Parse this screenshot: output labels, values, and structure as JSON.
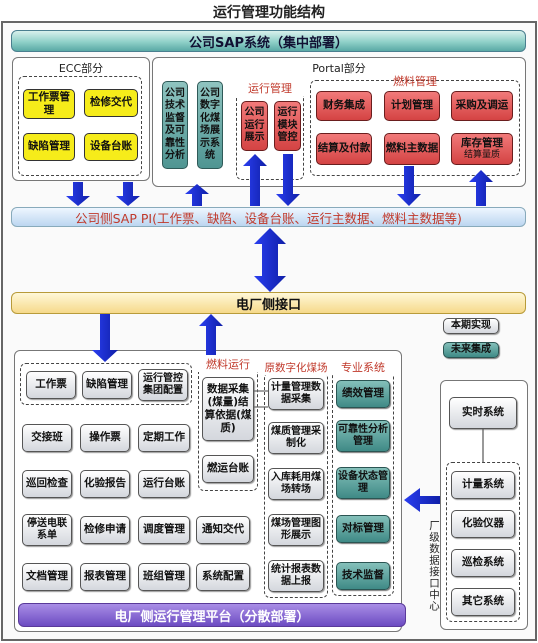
{
  "title": "运行管理功能结构",
  "bands": {
    "sap": "公司SAP系统（集中部署）",
    "pi": "公司侧SAP PI(工作票、缺陷、设备台账、运行主数据、燃料主数据等)",
    "plant": "电厂侧接口",
    "platform": "电厂侧运行管理平台（分散部署）"
  },
  "ecc": {
    "title": "ECC部分",
    "items": [
      "工作票管理",
      "检修交代",
      "缺陷管理",
      "设备台账"
    ]
  },
  "portal": {
    "title": "Portal部分",
    "teal_items": [
      "公司技术监督及可靠性分析",
      "公司数字化煤场展示系统"
    ],
    "ops_title": "运行管理",
    "ops_items": [
      "公司运行展示",
      "运行模块管控"
    ],
    "fuel_title": "燃料管理",
    "fuel_items": [
      "财务集成",
      "计划管理",
      "采购及调运",
      "结算及付款",
      "燃料主数据",
      "库存管理",
      "结算量质"
    ]
  },
  "legend": {
    "current": "本期实现",
    "future": "未来集成"
  },
  "plant_ops": {
    "top_items": [
      "工作票",
      "缺陷管理",
      "运行管控集团配置"
    ],
    "grid": [
      "交接班",
      "操作票",
      "定期工作",
      "巡回检查",
      "化验报告",
      "运行台账",
      "停送电联系单",
      "检修申请",
      "调度管理",
      "通知交代",
      "文档管理",
      "报表管理",
      "班组管理",
      "系统配置"
    ]
  },
  "fuel_ops": {
    "title": "燃料运行",
    "items": [
      "数据采集(煤量)结算依据(煤质)",
      "燃运台账"
    ]
  },
  "coal_yard": {
    "title": "原数字化煤场",
    "items": [
      "计量管理数据采集",
      "煤质管理采制化",
      "入库耗用煤场转场",
      "煤场管理图形展示",
      "统计报表数据上报"
    ]
  },
  "pro_sys": {
    "title": "专业系统",
    "items": [
      "绩效管理",
      "可靠性分析管理",
      "设备状态管理",
      "对标管理",
      "技术监督"
    ]
  },
  "plant_iface": {
    "label": "厂级数据接口中心",
    "top": "实时系统",
    "items": [
      "计量系统",
      "化验仪器",
      "巡检系统",
      "其它系统"
    ]
  },
  "colors": {
    "arrow": "#1d2fd6",
    "accent_red": "#d44343",
    "teal": "#4f9592"
  }
}
